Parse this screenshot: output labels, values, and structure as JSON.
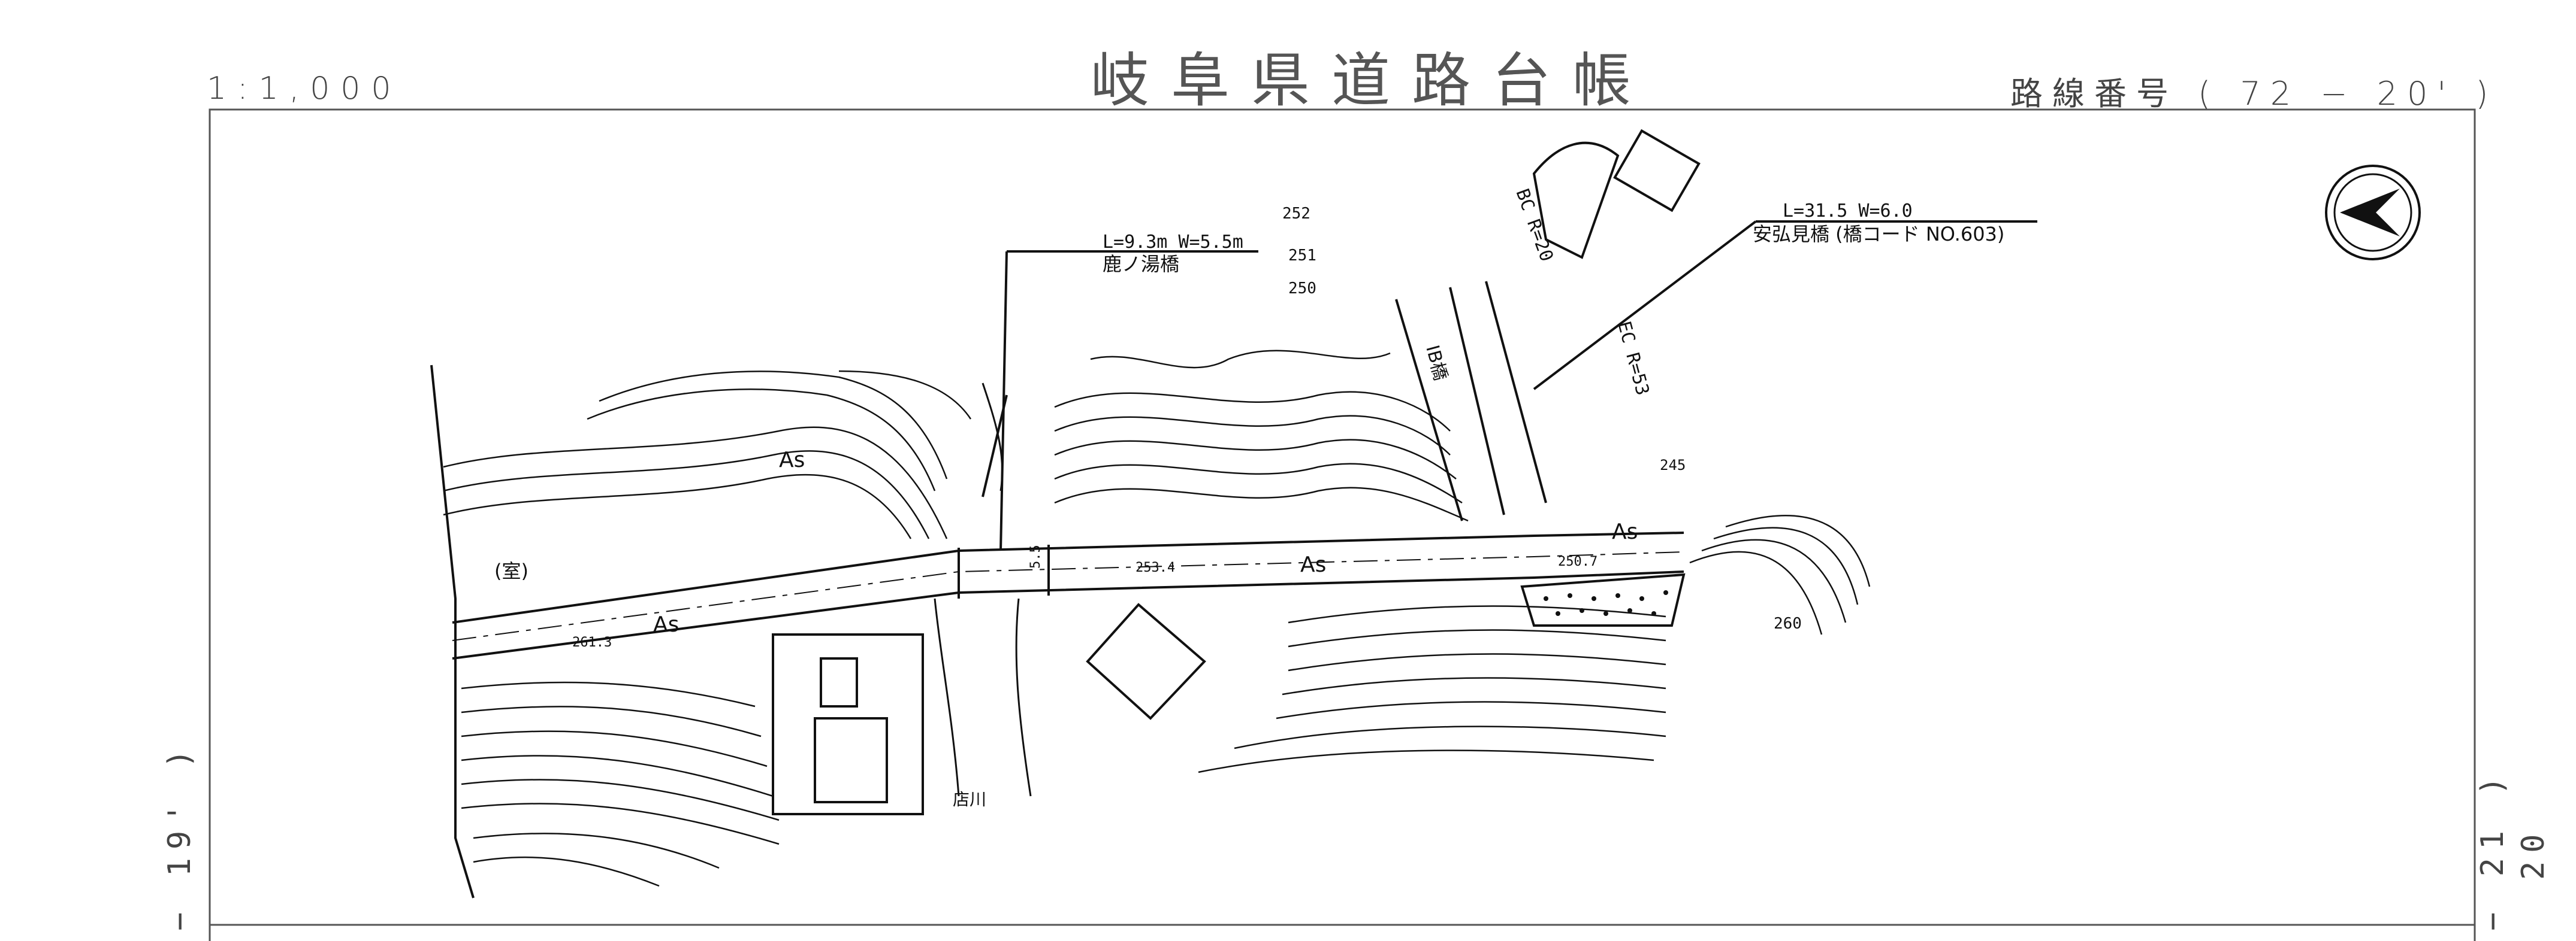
{
  "header": {
    "scale": "1:1,000",
    "title": "岐阜県道路台帳",
    "route": "路線番号 ( 72 − 20' )"
  },
  "sheet_markers": {
    "left": "− 19' )",
    "right_a": "− 21 )",
    "right_b": "20"
  },
  "bridges": [
    {
      "dims": "L=9.3m  W=5.5m",
      "name": "鹿ノ湯橋"
    },
    {
      "dims": "L=31.5  W=6.0",
      "name": "安弘見橋 (橋コード NO.603)"
    }
  ],
  "labels": {
    "river": "店川",
    "room": "(室)",
    "surface": "As",
    "elev_1": "261.3",
    "elev_2": "253.4",
    "elev_3": "250.7",
    "contour_252": "252",
    "contour_251": "251",
    "contour_250": "250",
    "contour_260": "260",
    "contour_245": "245",
    "curve_bc": "BC R=20",
    "curve_ec": "EC R=53",
    "bridge_side": "IB橋",
    "width_55": "5.5"
  },
  "icons": {
    "north_arrow": "north-arrow-icon"
  },
  "colors": {
    "lines": "#111111",
    "header_text": "#444444"
  }
}
